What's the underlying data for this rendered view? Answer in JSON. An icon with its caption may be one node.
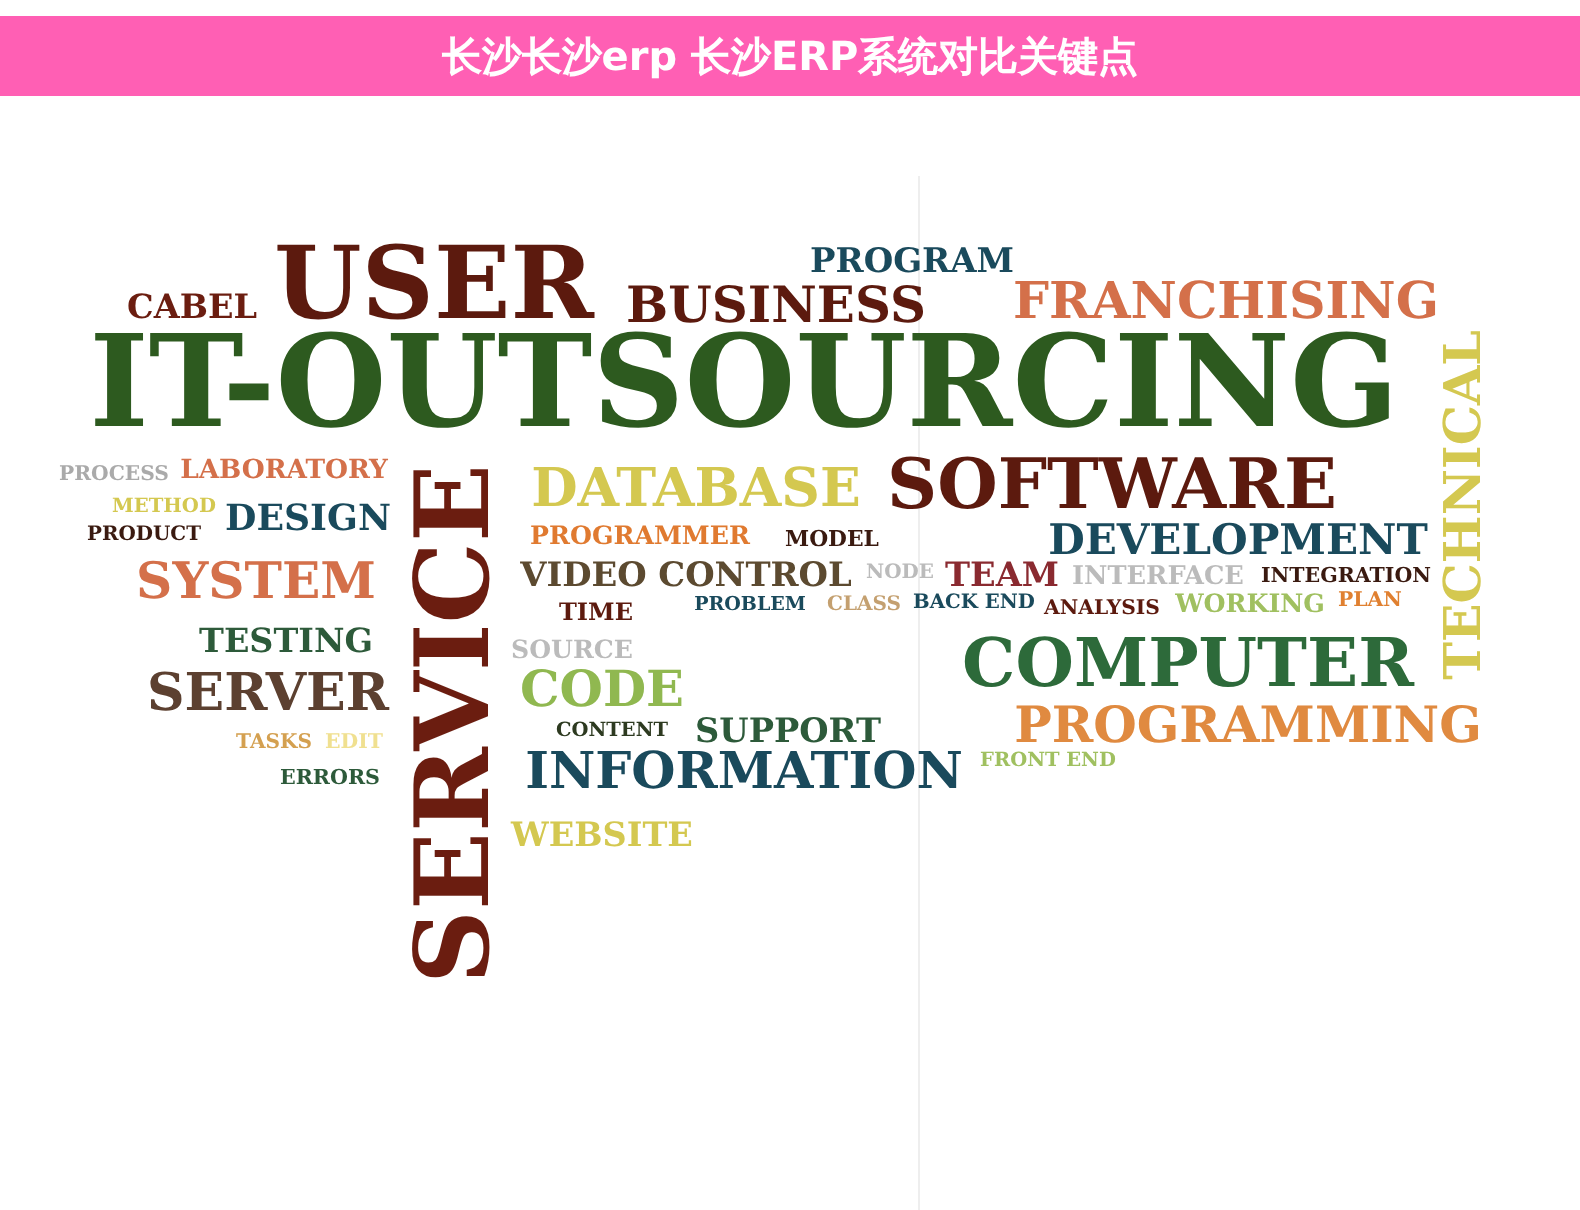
{
  "diagram": {
    "title": "长沙长沙erp 长沙ERP系统对比关键点",
    "labels": [
      "CABEL",
      "USER",
      "PROGRAM",
      "BUSINESS",
      "FRANCHISING",
      "IT-OUTSOURCING",
      "TECHNICAL",
      "PROCESS",
      "LABORATORY",
      "METHOD",
      "DESIGN",
      "PRODUCT",
      "SYSTEM",
      "TESTING",
      "SERVER",
      "TASKS",
      "EDIT",
      "ERRORS",
      "SERVICE",
      "DATABASE",
      "SOFTWARE",
      "PROGRAMMER",
      "MODEL",
      "DEVELOPMENT",
      "VIDEO CONTROL",
      "NODE",
      "TEAM",
      "INTERFACE",
      "INTEGRATION",
      "TIME",
      "PROBLEM",
      "CLASS",
      "BACK END",
      "ANALYSIS",
      "WORKING",
      "PLAN",
      "SOURCE",
      "CODE",
      "COMPUTER",
      "CONTENT",
      "SUPPORT",
      "PROGRAMMING",
      "INFORMATION",
      "FRONT END",
      "WEBSITE"
    ]
  }
}
